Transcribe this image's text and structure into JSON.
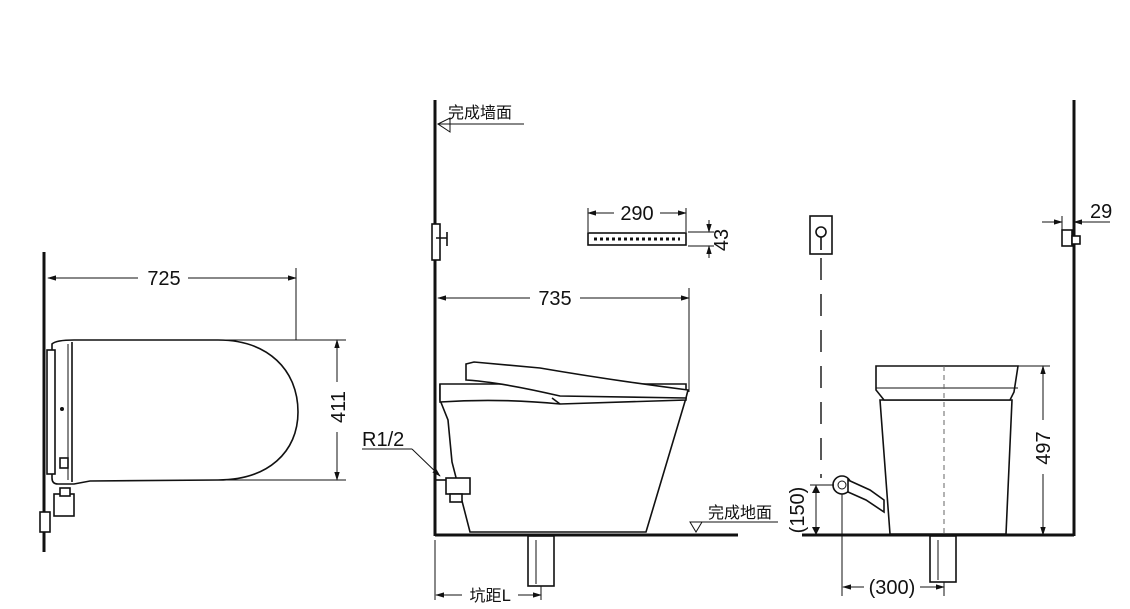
{
  "labels": {
    "finished_wall": "完成墙面",
    "finished_floor": "完成地面",
    "pipe_thread": "R1/2",
    "rough_in": "坑距L"
  },
  "dimensions": {
    "top_length": "725",
    "top_width": "411",
    "side_length": "735",
    "remote_width": "290",
    "remote_height": "43",
    "wall_offset": "29",
    "front_height": "497",
    "valve_height": "(150)",
    "valve_offset": "(300)"
  },
  "colors": {
    "line": "#111111",
    "background": "#ffffff"
  }
}
